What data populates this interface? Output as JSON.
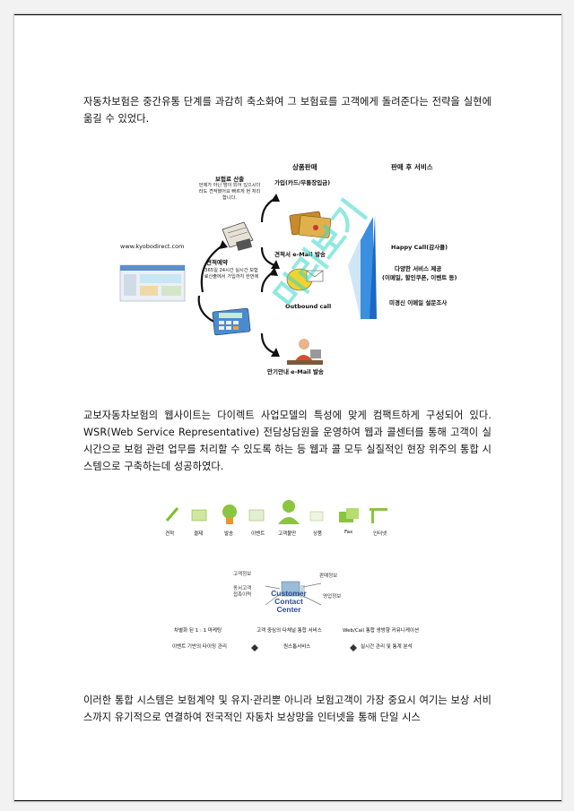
{
  "paragraphs": {
    "p1": "자동차보험은 중간유통 단계를 과감히 축소화여 그 보험료를 고객에게 돌려준다는 전략을 실현에 옮길 수 있었다.",
    "p2": "교보자동차보험의 웹사이트는 다이렉트 사업모델의 특성에 맞게 컴팩트하게 구성되어 있다. WSR(Web Service Representative) 전담상담원을 운영하여 웹과 콜센터를 통해 고객이 실시간으로 보험 관련 업무를 처리할 수 있도록 하는 등 웹과 콜 모두 실질적인 현장 위주의 통합 시스템으로 구축하는데 성공하였다.",
    "p3": "이러한 통합 시스템은 보험계약 및 유지·관리뿐 아니라 보험고객이 가장 중요시 여기는 보상 서비스까지 유기적으로 연결하여 전국적인 자동차 보상망을 인터넷을 통해 단일 시스"
  },
  "diagram1": {
    "headers": {
      "product_sales": "상품판매",
      "after_service": "판매 후 서비스"
    },
    "site_url": "www.kyobodirect.com",
    "premium": {
      "title": "보험료 산출",
      "desc": "언제가 아닌 밤이 되어 있으시더라도 견적했어요 빠르게 현 처리합니다."
    },
    "quote": {
      "title": "견적예약",
      "desc": "365일 24시간 실시간 보험료산출에서 가입까지 한번에"
    },
    "sales_items": [
      "가입(카드/무통장입금)",
      "견적서 e-Mail 발송",
      "Outbound call",
      "만기안내 e-Mail 발송"
    ],
    "service_items": [
      "Happy Call(감사콜)",
      "다양한 서비스 제공",
      "(이메일, 할인쿠폰, 이벤트 등)",
      "미경신 이메일 설문조사"
    ]
  },
  "diagram2": {
    "channels": [
      "견적",
      "결제",
      "발송",
      "이벤트",
      "고객불만",
      "상품",
      "Fax",
      "인터넷"
    ],
    "center": [
      "Customer",
      "Contact",
      "Center"
    ],
    "left_info": [
      "고객정보",
      "동서고객",
      "접촉이력"
    ],
    "right_info": [
      "판매정보",
      "영업정보"
    ],
    "features": [
      "차별화 된 1 : 1 마케팅",
      "고객 중심의 다채널 통합 서비스",
      "Web/Call 통합 쌍방향 커뮤니케이션",
      "이벤트 기반의 타이밍 관리",
      "원스톱서비스",
      "실시간 관리 및 통계 분석"
    ]
  },
  "watermark": "미리보기"
}
